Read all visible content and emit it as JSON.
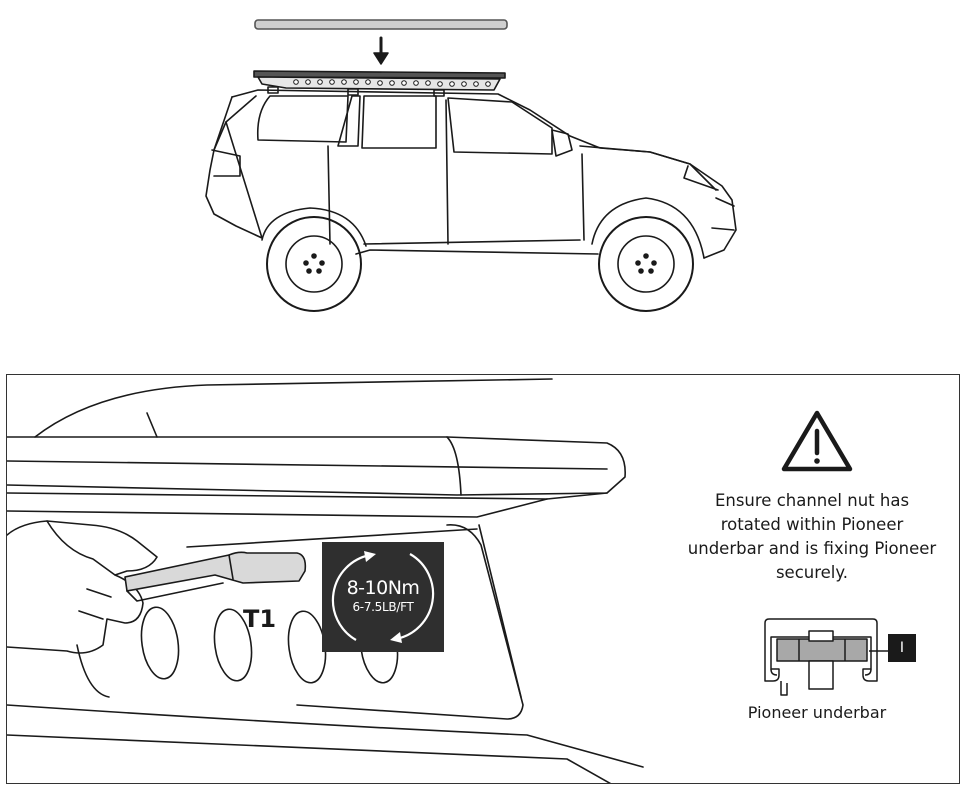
{
  "detail": {
    "step_label": "T1",
    "torque_main": "8-10Nm",
    "torque_sub": "6-7.5LB/FT",
    "warning_text": "Ensure channel nut has rotated within Pioneer underbar and is fixing Pioneer securely.",
    "callout_letter": "I",
    "underbar_label": "Pioneer underbar"
  },
  "icons": [
    "down-arrow-icon",
    "warning-triangle-icon",
    "rotation-arrows-icon"
  ]
}
